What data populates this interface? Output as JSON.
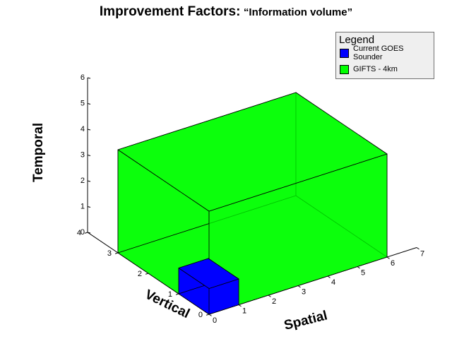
{
  "chart_data": {
    "type": "bar3d",
    "title": "Improvement Factors:",
    "subtitle": "“Information volume”",
    "xlabel": "Spatial",
    "ylabel": "Vertical",
    "zlabel": "Temporal",
    "xlim": [
      0,
      7
    ],
    "ylim": [
      0,
      4
    ],
    "zlim": [
      0,
      6
    ],
    "xticks": [
      "0",
      "1",
      "2",
      "3",
      "4",
      "5",
      "6",
      "7"
    ],
    "yticks": [
      "0",
      "1",
      "2",
      "3",
      "4"
    ],
    "zticks": [
      "0",
      "1",
      "2",
      "3",
      "4",
      "5",
      "6"
    ],
    "grid": false,
    "legend_title": "Legend",
    "legend_position": "top-right",
    "series": [
      {
        "name": "Current GOES Sounder",
        "color": "#0000ff",
        "spatial": 1,
        "vertical": 1,
        "temporal": 1,
        "alpha": 1.0
      },
      {
        "name": "GIFTS - 4km",
        "color": "#00ff00",
        "spatial": 6,
        "vertical": 3,
        "temporal": 4,
        "alpha": 0.78
      }
    ]
  }
}
